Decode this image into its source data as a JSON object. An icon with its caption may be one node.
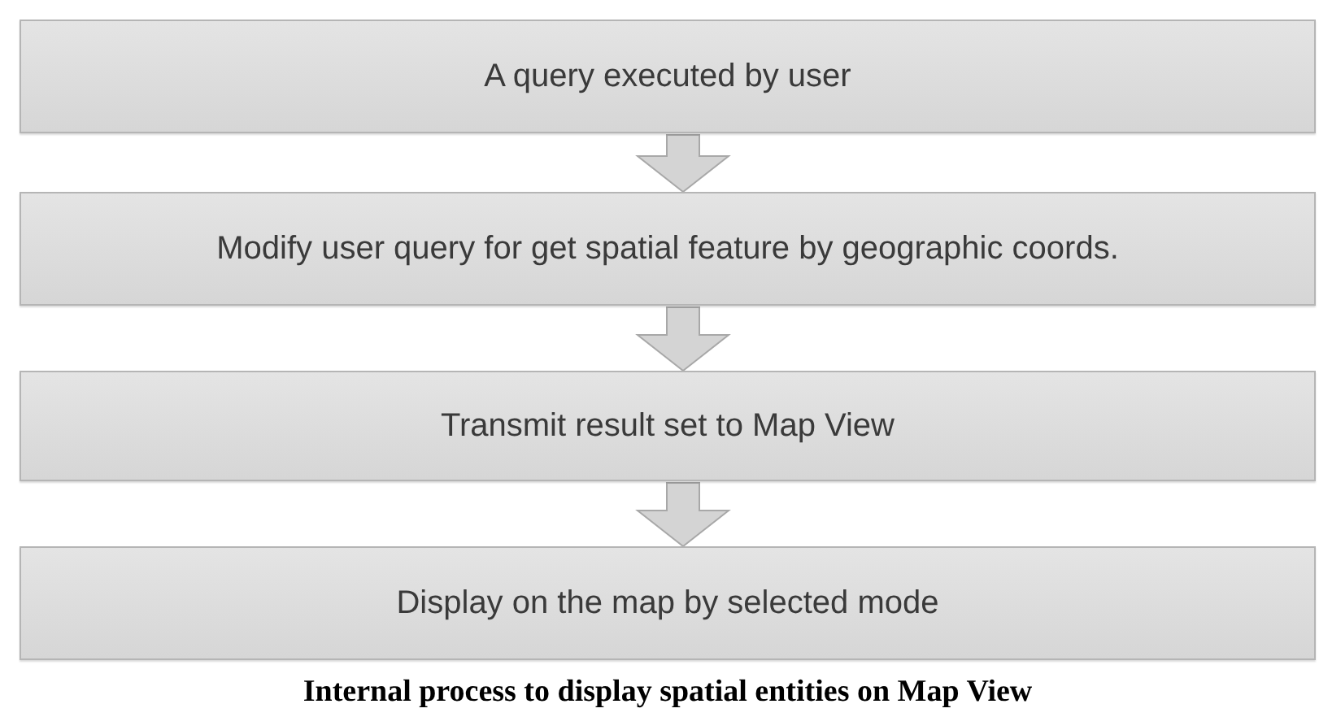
{
  "diagram": {
    "caption": "Internal process to display spatial entities on Map View",
    "nodes": [
      {
        "text": [
          "A query executed by user"
        ]
      },
      {
        "text": [
          "Modify user query for get spatial feature by geographic coords."
        ]
      },
      {
        "text": [
          "Transmit result set to Map View"
        ]
      },
      {
        "text": [
          "Display on the map by selected mode"
        ]
      }
    ],
    "edges": [
      {
        "from": 0,
        "to": 1,
        "arrow": "to"
      },
      {
        "from": 1,
        "to": 2,
        "arrow": "to"
      },
      {
        "from": 2,
        "to": 3,
        "arrow": "to"
      }
    ]
  }
}
